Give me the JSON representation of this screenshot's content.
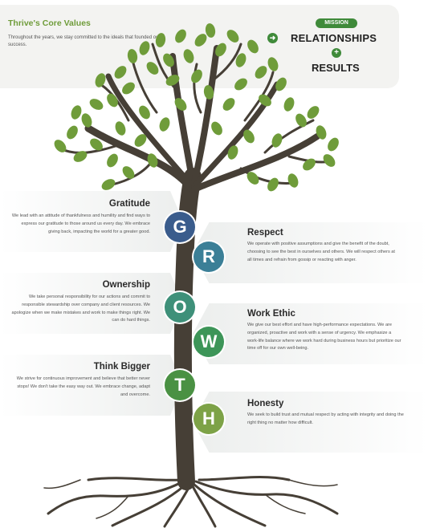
{
  "header": {
    "title": "Thrive's Core Values",
    "subtitle": "Throughout the years, we stay committed to the ideals that founded our success."
  },
  "mission": {
    "badge": "MISSION",
    "line1": "RELATIONSHIPS",
    "line2": "RESULTS",
    "arrow_icon": "arrow-right-icon",
    "plus_icon": "plus-icon"
  },
  "colors": {
    "accent_green": "#3f8a3a",
    "title_green": "#6f9c3a",
    "trunk": "#463f36",
    "leaf": "#6f9c3a"
  },
  "values": [
    {
      "letter": "G",
      "title": "Gratitude",
      "color": "#3a5c8c",
      "desc": "We lead with an attitude of thankfulness and humility and find ways to express our gratitude to those around us every day. We embrace giving back, impacting the world for a greater good."
    },
    {
      "letter": "R",
      "title": "Respect",
      "color": "#3b7f97",
      "desc": "We operate with positive assumptions and give the benefit of the doubt, choosing to see the best in ourselves and others. We will respect others at all times and refrain from gossip or reacting with anger."
    },
    {
      "letter": "O",
      "title": "Ownership",
      "color": "#3e9079",
      "desc": "We take personal responsibility for our actions and commit to responsible stewardship over company and client resources. We apologize when we make mistakes and work to make things right. We can do hard things."
    },
    {
      "letter": "W",
      "title": "Work Ethic",
      "color": "#3d9558",
      "desc": "We give our best effort and have high-performance expectations. We are organized, proactive and work with a sense of urgency. We emphasize a work-life balance where we work hard during business hours but prioritize our time off for our own well-being."
    },
    {
      "letter": "T",
      "title": "Think Bigger",
      "color": "#4a9143",
      "desc": "We strive for continuous improvement and believe that better never stops! We don't take the easy way out. We embrace change, adapt and overcome."
    },
    {
      "letter": "H",
      "title": "Honesty",
      "color": "#7da247",
      "desc": "We seek to build trust and mutual respect by acting with integrity and doing the right thing no matter how difficult."
    }
  ]
}
